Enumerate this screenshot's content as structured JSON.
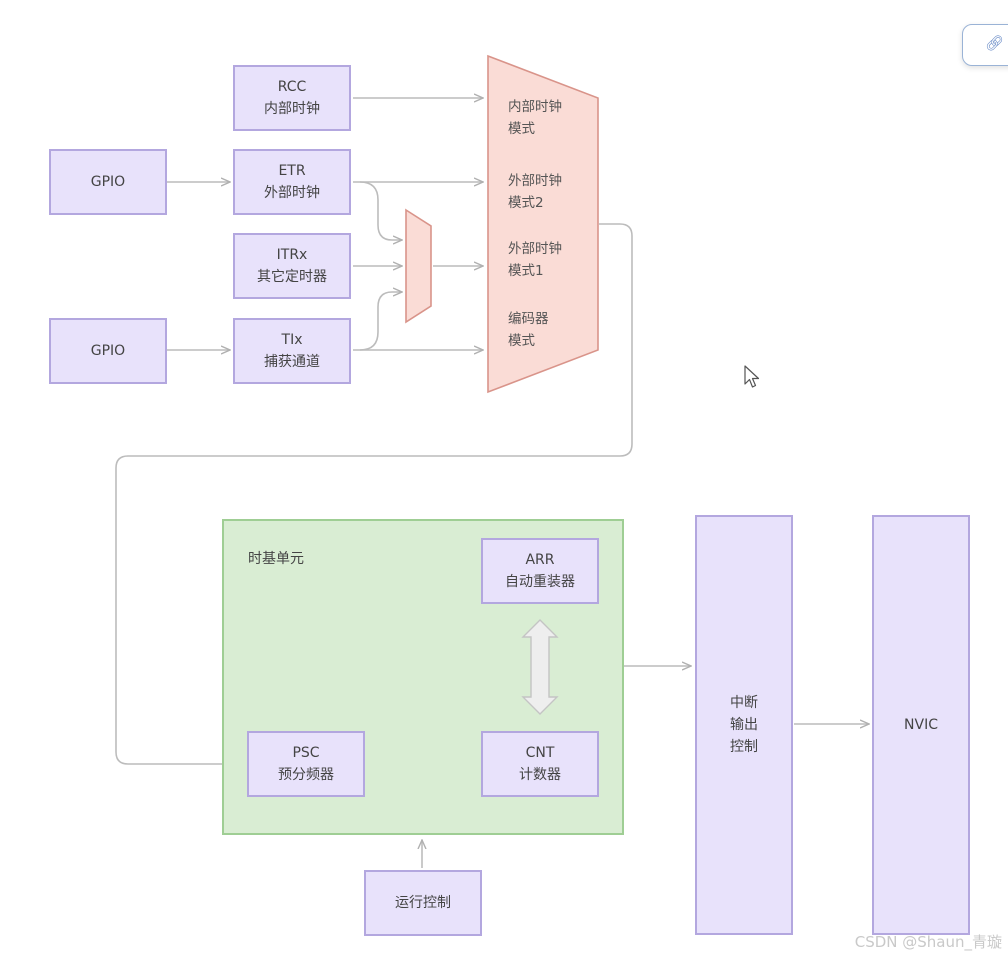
{
  "diagram": {
    "rcc": {
      "line1": "RCC",
      "line2": "内部时钟"
    },
    "etr": {
      "line1": "ETR",
      "line2": "外部时钟"
    },
    "itrx": {
      "line1": "ITRx",
      "line2": "其它定时器"
    },
    "tix": {
      "line1": "TIx",
      "line2": "捕获通道"
    },
    "gpio_1": "GPIO",
    "gpio_2": "GPIO",
    "mux_modes": [
      {
        "line1": "内部时钟",
        "line2": "模式"
      },
      {
        "line1": "外部时钟",
        "line2": "模式2"
      },
      {
        "line1": "外部时钟",
        "line2": "模式1"
      },
      {
        "line1": "编码器",
        "line2": "模式"
      }
    ],
    "time_base_unit": {
      "title": "时基单元",
      "arr": {
        "line1": "ARR",
        "line2": "自动重装器"
      },
      "psc": {
        "line1": "PSC",
        "line2": "预分频器"
      },
      "cnt": {
        "line1": "CNT",
        "line2": "计数器"
      }
    },
    "run_control": "运行控制",
    "interrupt_output": {
      "line1": "中断",
      "line2": "输出",
      "line3": "控制"
    },
    "nvic": "NVIC"
  },
  "toolbar": {
    "button_icon": "link-icon"
  },
  "watermark": "CSDN @Shaun_青璇",
  "colors": {
    "box_fill": "#e8e2fb",
    "box_border": "#b3a7df",
    "mux_fill": "#fadcd6",
    "mux_border": "#d9948a",
    "green_fill": "#d9edd3",
    "green_border": "#9fce94",
    "wire": "#b8b8b8"
  }
}
